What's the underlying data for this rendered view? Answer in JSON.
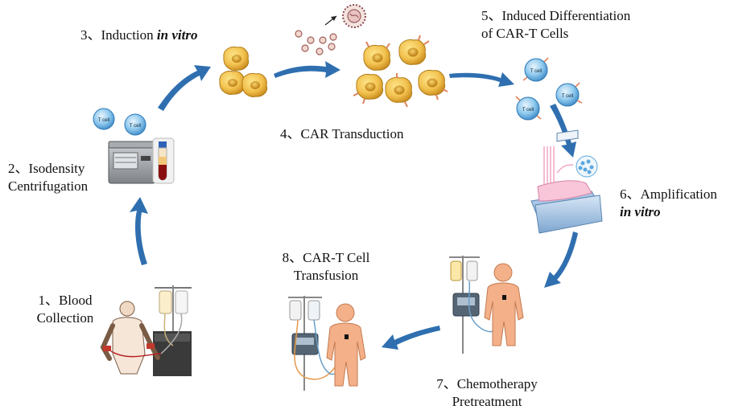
{
  "steps": {
    "s1": {
      "line1": "1、Blood",
      "line2": "Collection"
    },
    "s2": {
      "line1": "2、Isodensity",
      "line2": "Centrifugation"
    },
    "s3": {
      "text": "3、Induction ",
      "italic": "in vitro"
    },
    "s4": {
      "text": "4、CAR Transduction"
    },
    "s5": {
      "line1": "5、Induced Differentiation",
      "line2": "of CAR-T Cells"
    },
    "s6": {
      "line1": "6、Amplification",
      "italic": "in vitro"
    },
    "s7": {
      "line1": "7、Chemotherapy",
      "line2": "Pretreatment"
    },
    "s8": {
      "line1": "8、CAR-T Cell",
      "line2": "Transfusion"
    }
  },
  "tcell_label": "T cell",
  "colors": {
    "arrow": "#2f6fb0",
    "skin": "#f3b089",
    "tcell": "#5da8dc",
    "yellow_cell": "#f2c14e",
    "virus": "#b5606a"
  }
}
